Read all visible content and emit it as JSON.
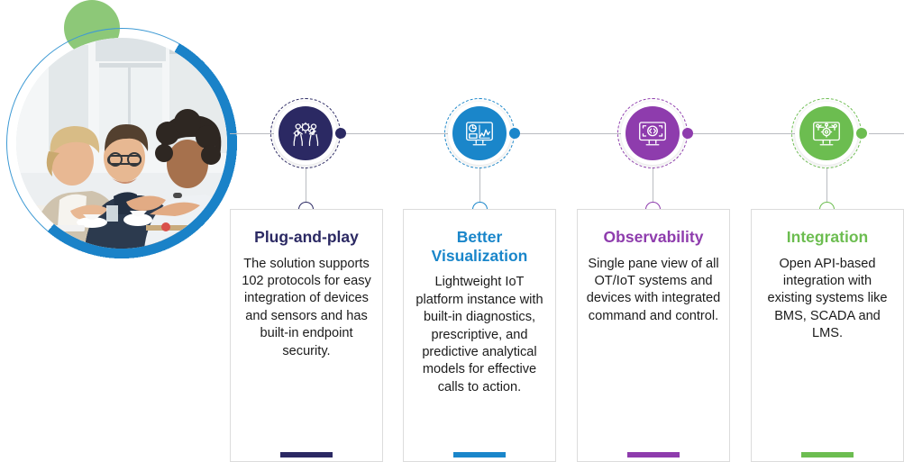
{
  "hero": {
    "alt_label": "Three business colleagues in discussion at a meeting table",
    "accent_arc_color": "#1a82c8",
    "accent_ring_color": "#3e9ad4",
    "accent_dot_color": "#8dc878"
  },
  "timeline": {
    "line_color": "#b9bcc1",
    "hole_label": "connector-node"
  },
  "steps": [
    {
      "id": "plug-and-play",
      "title": "Plug-and-play",
      "body": "The solution supports 102 protocols for easy integration of devices and sensors and has built-in endpoint security.",
      "color": "#2b2963",
      "title_color": "#2b2963",
      "icon": "people-gears-icon"
    },
    {
      "id": "better-visualization",
      "title": "Better Visualization",
      "body": "Lightweight IoT platform instance with built-in diagnostics, prescriptive, and predictive analytical models for effective calls to action.",
      "color": "#1a86ca",
      "title_color": "#1a86ca",
      "icon": "monitor-analytics-icon"
    },
    {
      "id": "observability",
      "title": "Observability",
      "body": "Single pane view of all OT/IoT systems and devices with integrated command and control.",
      "color": "#8e3cad",
      "title_color": "#8e3cad",
      "icon": "monitor-code-icon"
    },
    {
      "id": "integration",
      "title": "Integration",
      "body": "Open API-based integration with existing systems like BMS, SCADA and LMS.",
      "color": "#6cbd50",
      "title_color": "#6cbd50",
      "icon": "monitor-gear-network-icon"
    }
  ]
}
